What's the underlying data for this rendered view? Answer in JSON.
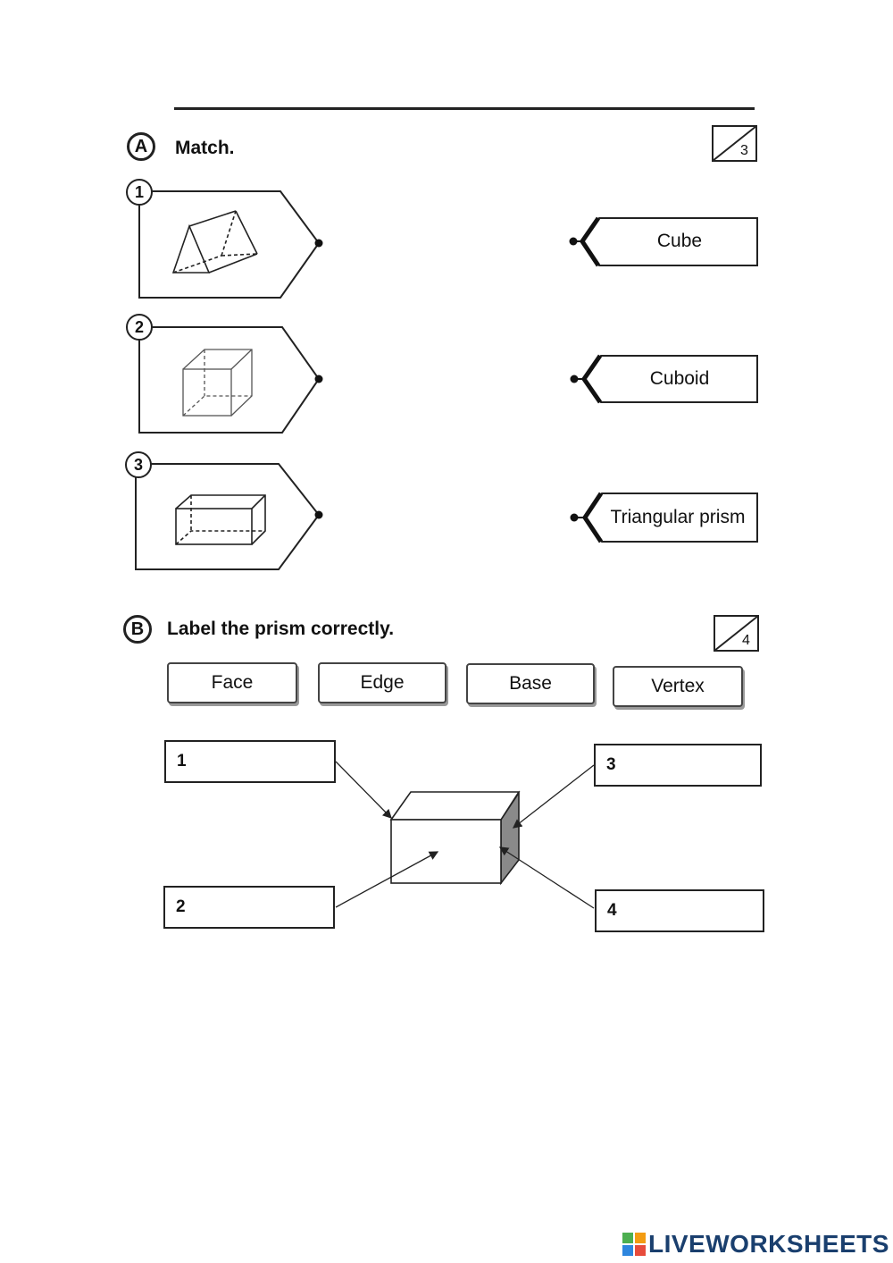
{
  "section_a": {
    "letter": "A",
    "title": "Match.",
    "score": "3",
    "items": [
      {
        "number": "1",
        "shape": "triangular-prism-icon"
      },
      {
        "number": "2",
        "shape": "cube-icon"
      },
      {
        "number": "3",
        "shape": "cuboid-icon"
      }
    ],
    "answers": [
      "Cube",
      "Cuboid",
      "Triangular prism"
    ]
  },
  "section_b": {
    "letter": "B",
    "title": "Label the prism correctly.",
    "score": "4",
    "word_bank": [
      "Face",
      "Edge",
      "Base",
      "Vertex"
    ],
    "label_boxes": [
      "1",
      "2",
      "3",
      "4"
    ]
  },
  "footer": {
    "brand": "LIVEWORKSHEETS",
    "colors": {
      "brand_text": "#1a3f6e",
      "logo_green": "#4caf50",
      "logo_orange": "#f39c12",
      "logo_blue": "#2e86de",
      "logo_red": "#e74c3c"
    }
  }
}
